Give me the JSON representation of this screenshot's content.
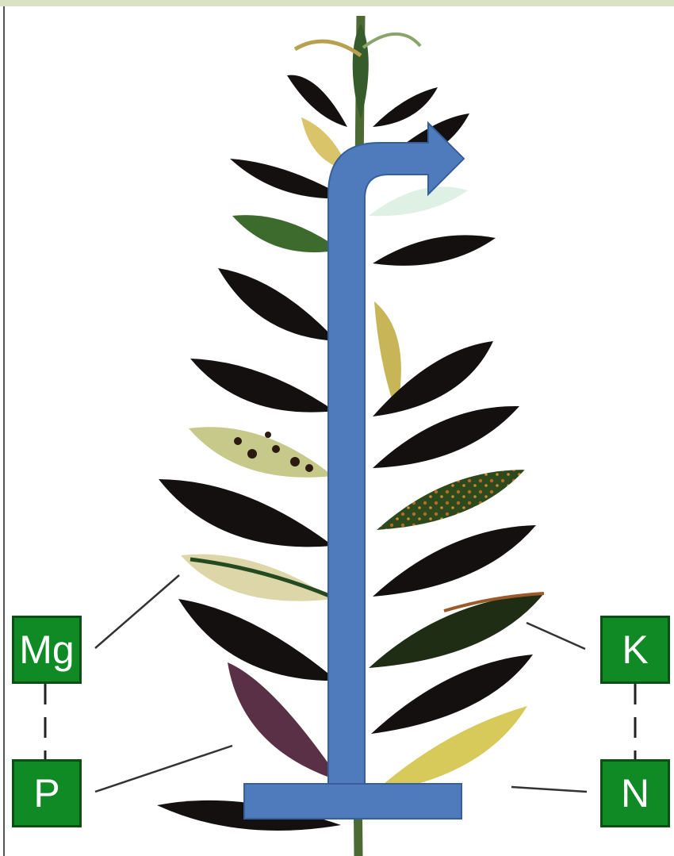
{
  "labels": {
    "mg": "Mg",
    "p": "P",
    "k": "K",
    "n": "N"
  },
  "colors": {
    "label_box": "#0f8a25",
    "arrow": "#4f7bbd",
    "arrow_outline": "#37609a",
    "healthy_leaf": "#141010",
    "stem": "#4e6a34"
  }
}
